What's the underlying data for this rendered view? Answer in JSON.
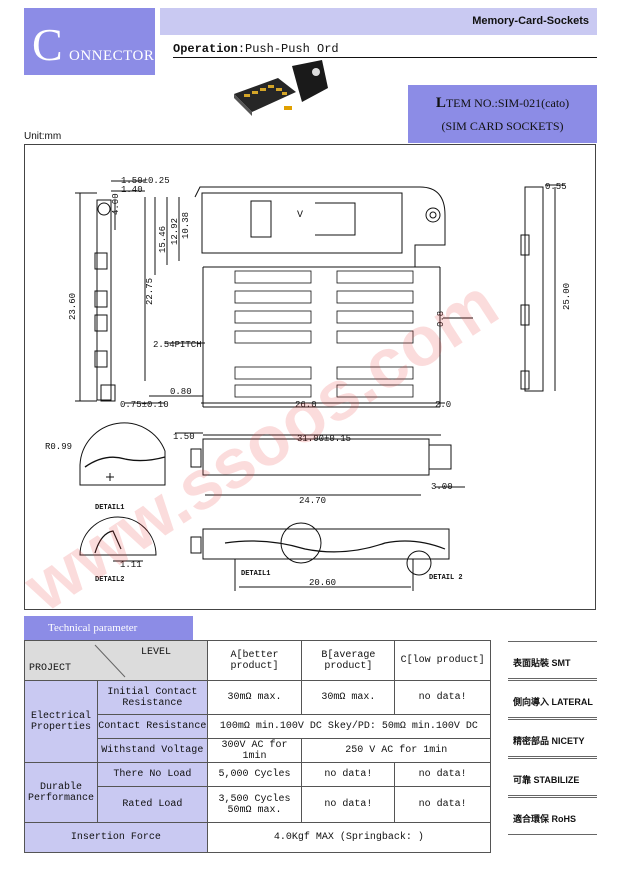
{
  "header": {
    "category": "Memory-Card-Sockets"
  },
  "logo": {
    "initial": "C",
    "rest": "ONNECTORS"
  },
  "operation": {
    "label": "Operation",
    "value": ":Push-Push Ord"
  },
  "item": {
    "first_letter": "L",
    "line1_rest": "TEM NO.:SIM-021(cato)",
    "line2": "(SIM CARD SOCKETS)"
  },
  "unit": "Unit:mm",
  "drawing": {
    "dims": [
      "1.50±0.25",
      "1.40",
      "4.00",
      "23.60",
      "0.75±0.10",
      "15.46",
      "12.92",
      "10.38",
      "22.75",
      "2.54PITCH",
      "0.80",
      "26.0",
      "2.0",
      "0.8",
      "0.55",
      "25.00",
      "R0.99",
      "1.50",
      "31.00±0.15",
      "24.70",
      "3.00",
      "1.11",
      "20.60"
    ],
    "labels": [
      "DETAIL1",
      "DETAIL2",
      "DETAIL1",
      "DETAIL 2",
      "V"
    ]
  },
  "tech": {
    "tab": "Technical parameter",
    "project": "PROJECT",
    "level": "LEVEL",
    "col_a": "A[better product]",
    "col_b": "B[average product]",
    "col_c": "C[low product]",
    "electrical": "Electrical Properties",
    "durable": "Durable Performance",
    "rows": {
      "initial_contact": {
        "label": "Initial Contact Resistance",
        "a": "30mΩ max.",
        "b": "30mΩ max.",
        "c": "no data!"
      },
      "contact_res": {
        "label": "Contact Resistance",
        "value": "100mΩ min.100V DC  Skey/PD: 50mΩ min.100V DC"
      },
      "withstand": {
        "label": "Withstand Voltage",
        "a": "300V AC for 1min",
        "bc": "250 V AC for 1min"
      },
      "no_load": {
        "label": "There No Load",
        "a": "5,000 Cycles",
        "b": "no data!",
        "c": "no data!"
      },
      "rated_load": {
        "label": "Rated Load",
        "a": "3,500 Cycles 50mΩ max.",
        "b": "no data!",
        "c": "no data!"
      },
      "insertion": {
        "label": "Insertion Force",
        "value": "4.0Kgf MAX (Springback:              )"
      }
    }
  },
  "features": [
    "表面貼裝 SMT",
    "側向導入 LATERAL",
    "精密部品 NICETY",
    "可靠 STABILIZE",
    "適合環保 RoHS"
  ],
  "watermark": "www.ssoos.com"
}
